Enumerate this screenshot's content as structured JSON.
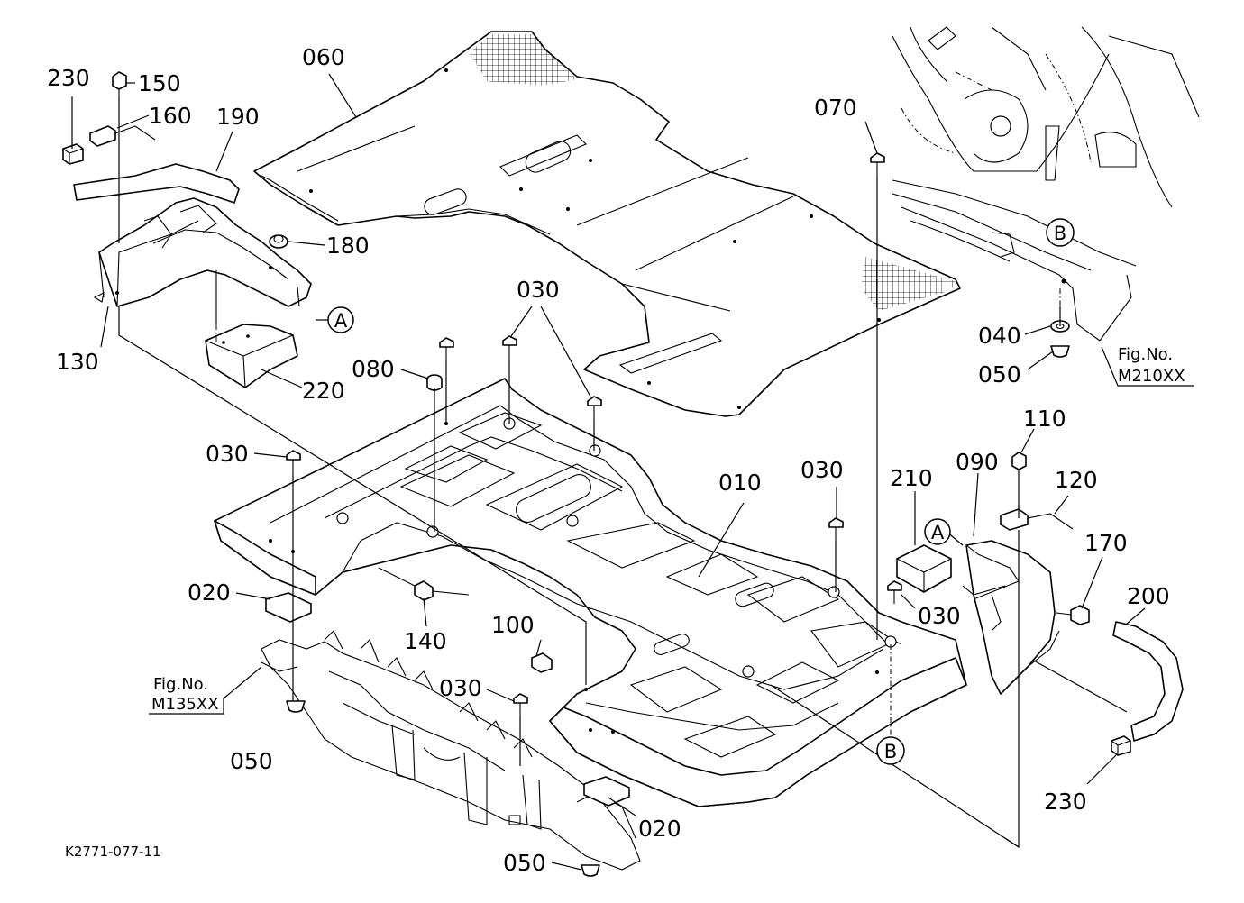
{
  "diagram_code": "K2771-077-11",
  "callouts": [
    {
      "id": "p230a",
      "text": "230"
    },
    {
      "id": "p150",
      "text": "150"
    },
    {
      "id": "p160",
      "text": "160"
    },
    {
      "id": "p190",
      "text": "190"
    },
    {
      "id": "p060",
      "text": "060"
    },
    {
      "id": "p070",
      "text": "070"
    },
    {
      "id": "p180",
      "text": "180"
    },
    {
      "id": "p130",
      "text": "130"
    },
    {
      "id": "p220",
      "text": "220"
    },
    {
      "id": "p030a",
      "text": "030"
    },
    {
      "id": "p080",
      "text": "080"
    },
    {
      "id": "p040",
      "text": "040"
    },
    {
      "id": "p050a",
      "text": "050"
    },
    {
      "id": "p030b",
      "text": "030"
    },
    {
      "id": "p010",
      "text": "010"
    },
    {
      "id": "p030c",
      "text": "030"
    },
    {
      "id": "p210",
      "text": "210"
    },
    {
      "id": "p090",
      "text": "090"
    },
    {
      "id": "p110",
      "text": "110"
    },
    {
      "id": "p120",
      "text": "120"
    },
    {
      "id": "p170",
      "text": "170"
    },
    {
      "id": "p200",
      "text": "200"
    },
    {
      "id": "p020a",
      "text": "020"
    },
    {
      "id": "p140",
      "text": "140"
    },
    {
      "id": "p100",
      "text": "100"
    },
    {
      "id": "p030d",
      "text": "030"
    },
    {
      "id": "p030e",
      "text": "030"
    },
    {
      "id": "p050b",
      "text": "050"
    },
    {
      "id": "p020b",
      "text": "020"
    },
    {
      "id": "p050c",
      "text": "050"
    },
    {
      "id": "p230b",
      "text": "230"
    }
  ],
  "references": [
    {
      "id": "refA1",
      "text": "A"
    },
    {
      "id": "refA2",
      "text": "A"
    },
    {
      "id": "refB1",
      "text": "B"
    },
    {
      "id": "refB2",
      "text": "B"
    }
  ],
  "figure_refs": {
    "left": {
      "label": "Fig.No.",
      "number": "M135XX"
    },
    "right": {
      "label": "Fig.No.",
      "number": "M210XX"
    }
  }
}
